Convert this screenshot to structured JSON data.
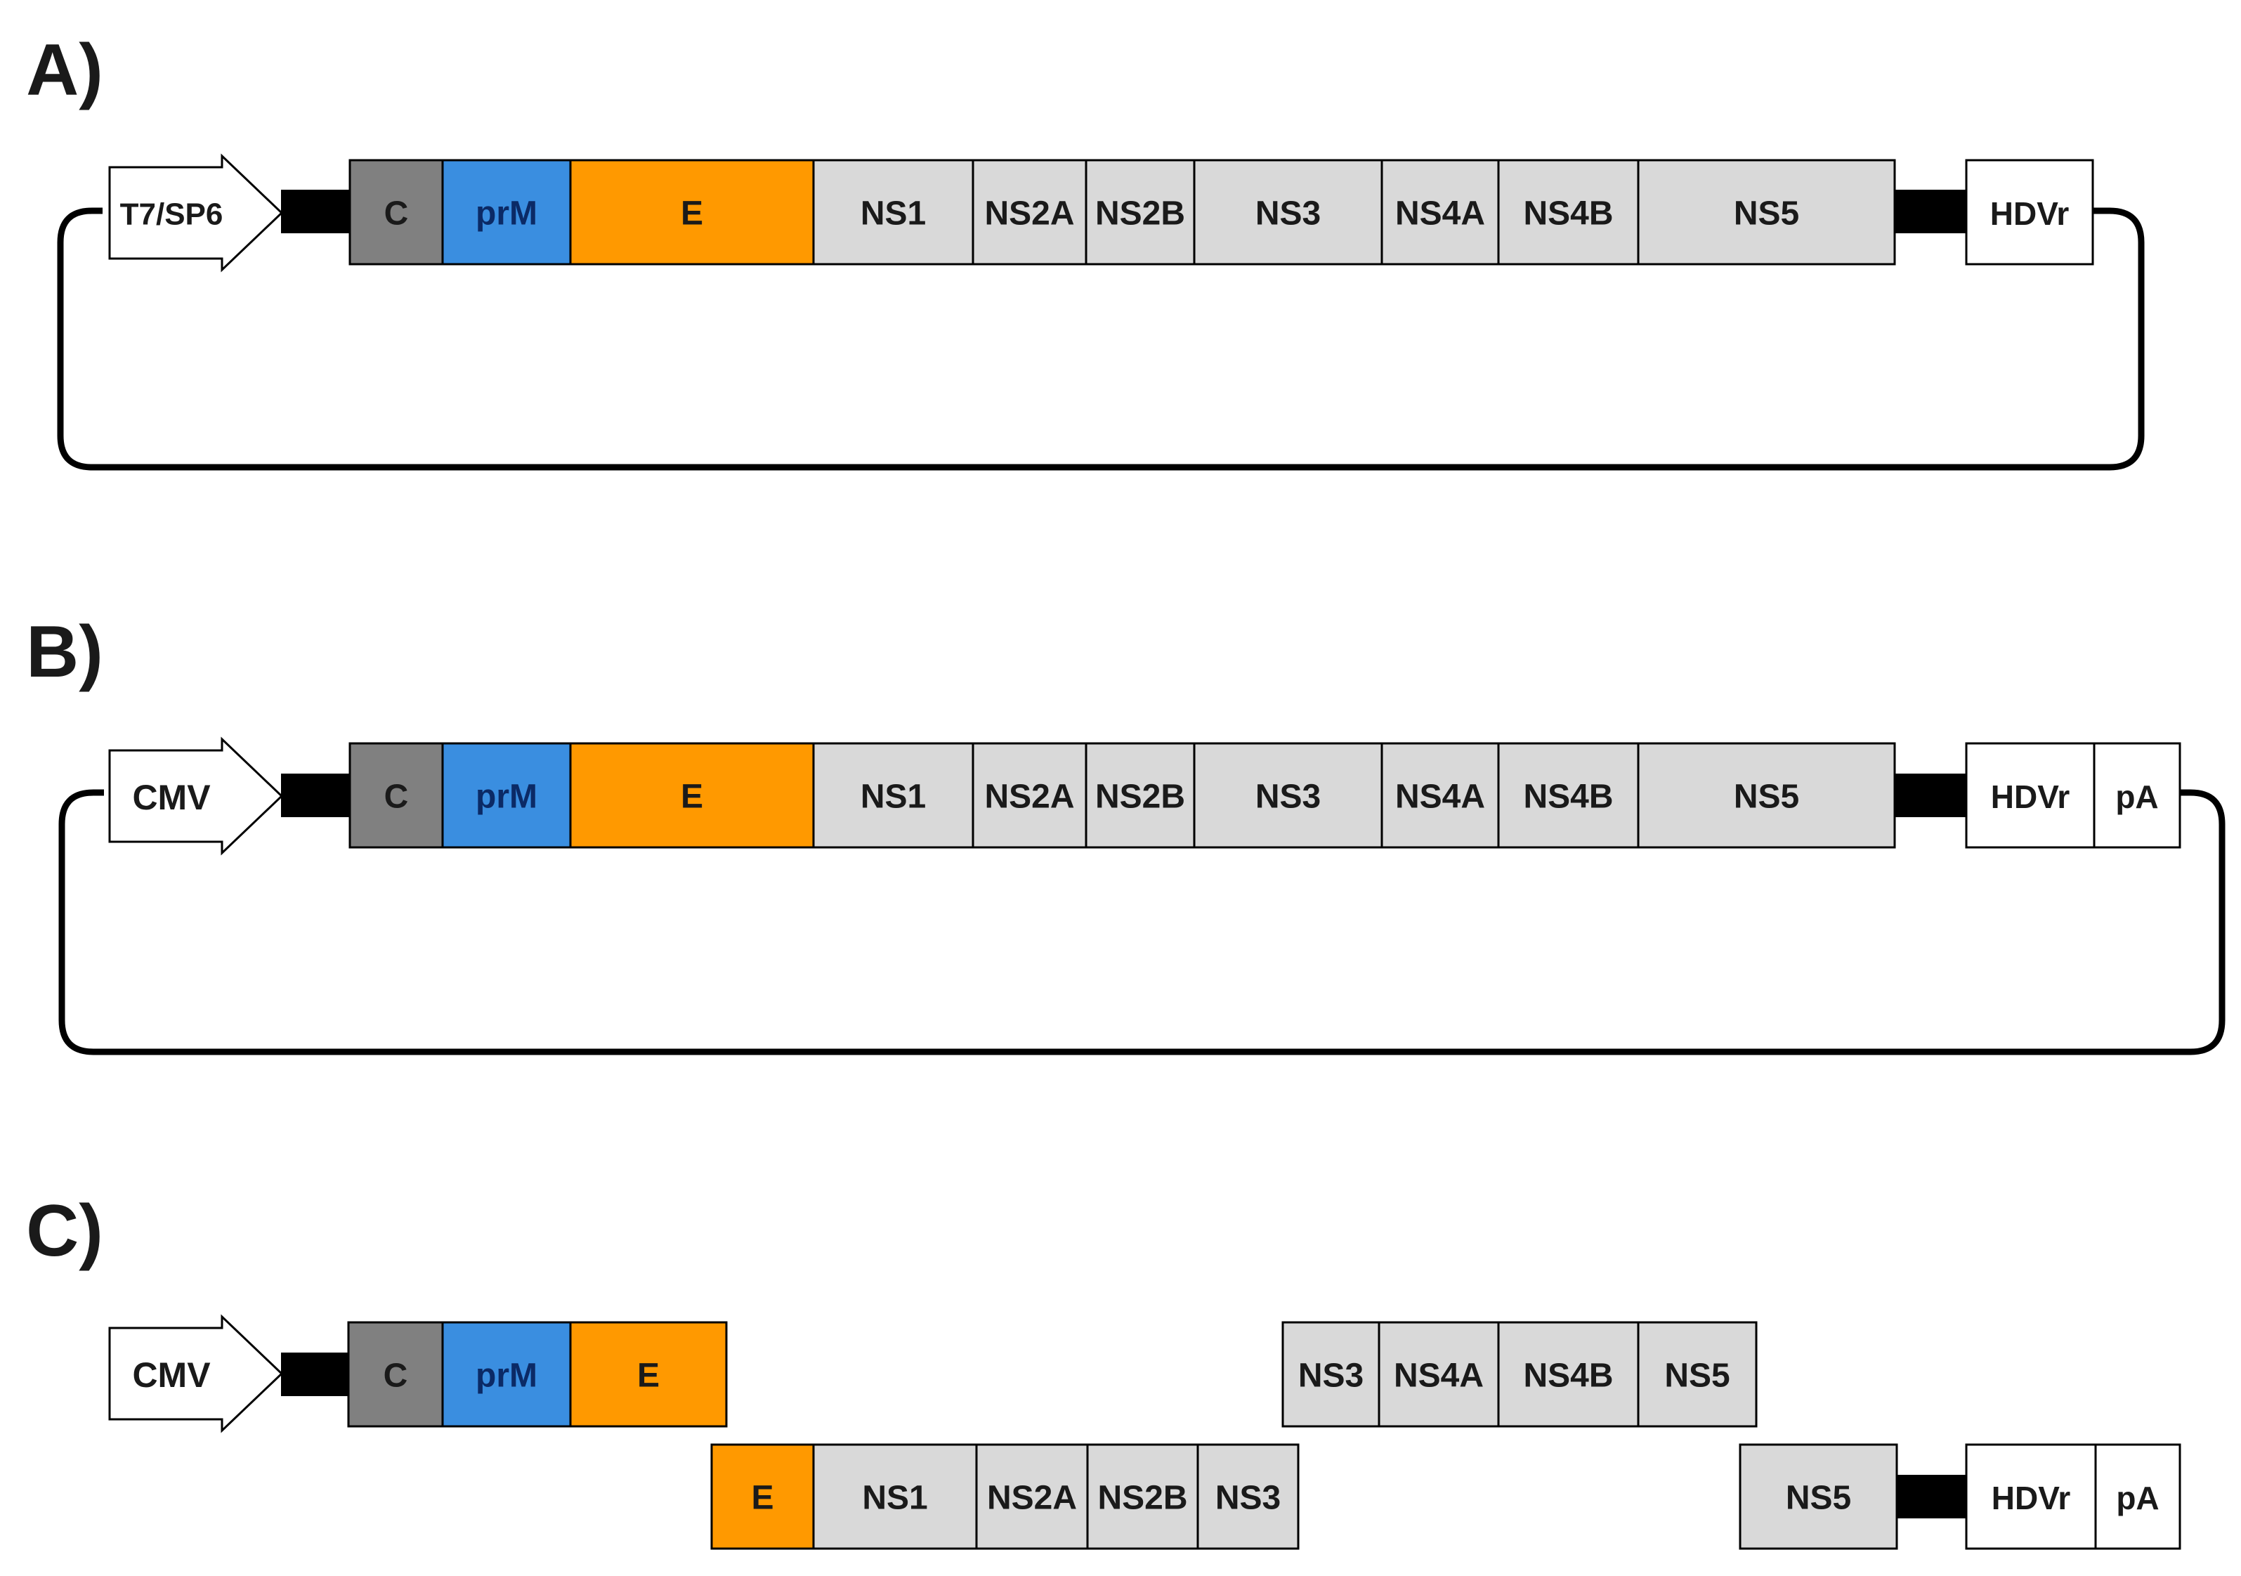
{
  "panels": [
    {
      "label": "A)",
      "promoter": "T7/SP6",
      "genes": [
        "C",
        "prM",
        "E",
        "NS1",
        "NS2A",
        "NS2B",
        "NS3",
        "NS4A",
        "NS4B",
        "NS5"
      ],
      "tail": [
        "HDVr"
      ]
    },
    {
      "label": "B)",
      "promoter": "CMV",
      "genes": [
        "C",
        "prM",
        "E",
        "NS1",
        "NS2A",
        "NS2B",
        "NS3",
        "NS4A",
        "NS4B",
        "NS5"
      ],
      "tail": [
        "HDVr",
        "pA"
      ]
    },
    {
      "label": "C)",
      "promoter": "CMV",
      "fragments": [
        [
          "C",
          "prM",
          "E"
        ],
        [
          "NS3",
          "NS4A",
          "NS4B",
          "NS5"
        ],
        [
          "E",
          "NS1",
          "NS2A",
          "NS2B",
          "NS3"
        ],
        [
          "NS5"
        ]
      ],
      "tail": [
        "HDVr",
        "pA"
      ]
    }
  ],
  "colors": {
    "C": "#808080",
    "prM": "#3a8ee0",
    "E": "#ff9900",
    "NS": "#d9d9d9",
    "outline": "#000000",
    "white": "#ffffff",
    "linker": "#000000"
  }
}
